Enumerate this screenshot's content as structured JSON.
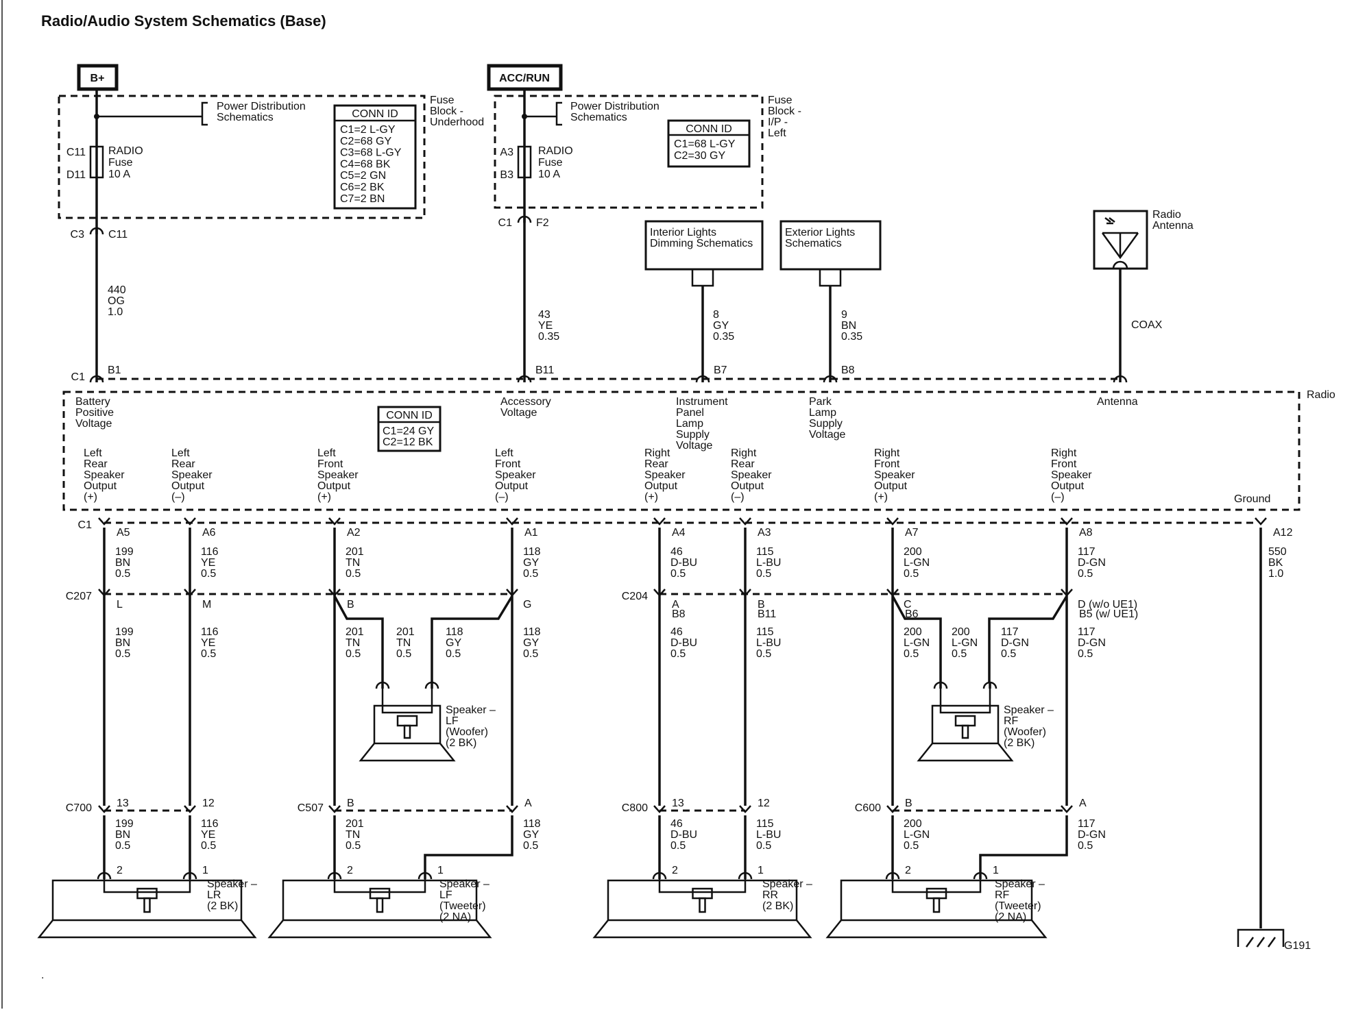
{
  "title": "Radio/Audio System Schematics (Base)",
  "power": {
    "bplus": "B+",
    "accrun": "ACC/RUN",
    "pds": [
      "Power Distribution",
      "Schematics"
    ],
    "fb_underhood": [
      "Fuse",
      "Block -",
      "Underhood"
    ],
    "fb_ip": [
      "Fuse",
      "Block -",
      "I/P -",
      "Left"
    ],
    "fuse_lbl": [
      "RADIO",
      "Fuse",
      "10 A"
    ],
    "pin_c11": "C11",
    "pin_d11": "D11",
    "pin_a3": "A3",
    "pin_b3": "B3",
    "conn_id": "CONN ID",
    "uh_conn": [
      "C1=2 L-GY",
      "C2=68 GY",
      "C3=68 L-GY",
      "C4=68 BK",
      "C5=2 GN",
      "C6=2 BK",
      "C7=2 BN"
    ],
    "ip_conn": [
      "C1=68 L-GY",
      "C2=30 GY"
    ],
    "c3": "C3",
    "c11": "C11",
    "c1": "C1",
    "f2": "F2"
  },
  "wires_top": {
    "w440": [
      "440",
      "OG",
      "1.0"
    ],
    "w43": [
      "43",
      "YE",
      "0.35"
    ],
    "w8": [
      "8",
      "GY",
      "0.35"
    ],
    "w9": [
      "9",
      "BN",
      "0.35"
    ],
    "coax": "COAX"
  },
  "refs": {
    "interior": [
      "Interior Lights",
      "Dimming Schematics"
    ],
    "exterior": [
      "Exterior Lights",
      "Schematics"
    ],
    "antenna": [
      "Radio",
      "Antenna"
    ]
  },
  "radio": {
    "label": "Radio",
    "c1": "C1",
    "pins_top": [
      "B1",
      "B11",
      "B7",
      "B8"
    ],
    "inputs": {
      "battery": [
        "Battery",
        "Positive",
        "Voltage"
      ],
      "accessory": [
        "Accessory",
        "Voltage"
      ],
      "ip_lamp": [
        "Instrument",
        "Panel",
        "Lamp",
        "Supply",
        "Voltage"
      ],
      "park_lamp": [
        "Park",
        "Lamp",
        "Supply",
        "Voltage"
      ],
      "antenna": "Antenna"
    },
    "conn_id": "CONN ID",
    "conn": [
      "C1=24 GY",
      "C2=12 BK"
    ],
    "outputs": [
      [
        "Left",
        "Rear",
        "Speaker",
        "Output",
        "(+)"
      ],
      [
        "Left",
        "Rear",
        "Speaker",
        "Output",
        "(–)"
      ],
      [
        "Left",
        "Front",
        "Speaker",
        "Output",
        "(+)"
      ],
      [
        "Left",
        "Front",
        "Speaker",
        "Output",
        "(–)"
      ],
      [
        "Right",
        "Rear",
        "Speaker",
        "Output",
        "(+)"
      ],
      [
        "Right",
        "Rear",
        "Speaker",
        "Output",
        "(–)"
      ],
      [
        "Right",
        "Front",
        "Speaker",
        "Output",
        "(+)"
      ],
      [
        "Right",
        "Front",
        "Speaker",
        "Output",
        "(–)"
      ]
    ],
    "ground": "Ground",
    "pins_bottom": [
      "A5",
      "A6",
      "A2",
      "A1",
      "A4",
      "A3",
      "A7",
      "A8",
      "A12"
    ]
  },
  "wires_mid": [
    [
      "199",
      "BN",
      "0.5"
    ],
    [
      "116",
      "YE",
      "0.5"
    ],
    [
      "201",
      "TN",
      "0.5"
    ],
    [
      "118",
      "GY",
      "0.5"
    ],
    [
      "46",
      "D-BU",
      "0.5"
    ],
    [
      "115",
      "L-BU",
      "0.5"
    ],
    [
      "200",
      "L-GN",
      "0.5"
    ],
    [
      "117",
      "D-GN",
      "0.5"
    ],
    [
      "550",
      "BK",
      "1.0"
    ]
  ],
  "inline": {
    "c207": "C207",
    "c204": "C204",
    "pins": [
      "L",
      "M",
      "B",
      "G",
      "A",
      "B",
      "C",
      "D (w/o UE1)"
    ],
    "pins2": [
      "",
      "",
      "",
      "",
      "B8",
      "B11",
      "B6",
      "B5 (w/ UE1)"
    ]
  },
  "wires_low": [
    [
      "199",
      "BN",
      "0.5"
    ],
    [
      "116",
      "YE",
      "0.5"
    ],
    [
      "201",
      "TN",
      "0.5"
    ],
    [
      "201",
      "TN",
      "0.5"
    ],
    [
      "118",
      "GY",
      "0.5"
    ],
    [
      "118",
      "GY",
      "0.5"
    ],
    [
      "46",
      "D-BU",
      "0.5"
    ],
    [
      "115",
      "L-BU",
      "0.5"
    ],
    [
      "200",
      "L-GN",
      "0.5"
    ],
    [
      "200",
      "L-GN",
      "0.5"
    ],
    [
      "117",
      "D-GN",
      "0.5"
    ],
    [
      "117",
      "D-GN",
      "0.5"
    ]
  ],
  "woofers": {
    "lf": [
      "Speaker –",
      "LF",
      "(Woofer)",
      "(2 BK)"
    ],
    "rf": [
      "Speaker –",
      "RF",
      "(Woofer)",
      "(2 BK)"
    ]
  },
  "doors": {
    "c700": "C700",
    "c507": "C507",
    "c800": "C800",
    "c600": "C600",
    "pins": [
      "13",
      "12",
      "B",
      "A",
      "13",
      "12",
      "B",
      "A"
    ]
  },
  "wires_spk": [
    [
      "199",
      "BN",
      "0.5"
    ],
    [
      "116",
      "YE",
      "0.5"
    ],
    [
      "201",
      "TN",
      "0.5"
    ],
    [
      "118",
      "GY",
      "0.5"
    ],
    [
      "46",
      "D-BU",
      "0.5"
    ],
    [
      "115",
      "L-BU",
      "0.5"
    ],
    [
      "200",
      "L-GN",
      "0.5"
    ],
    [
      "117",
      "D-GN",
      "0.5"
    ]
  ],
  "speakers": {
    "lr": [
      "Speaker –",
      "LR",
      "(2 BK)"
    ],
    "lft": [
      "Speaker –",
      "LF",
      "(Tweeter)",
      "(2 NA)"
    ],
    "rr": [
      "Speaker –",
      "RR",
      "(2 BK)"
    ],
    "rft": [
      "Speaker –",
      "RF",
      "(Tweeter)",
      "(2 NA)"
    ],
    "pin2": "2",
    "pin1": "1"
  },
  "ground_ref": "G191"
}
